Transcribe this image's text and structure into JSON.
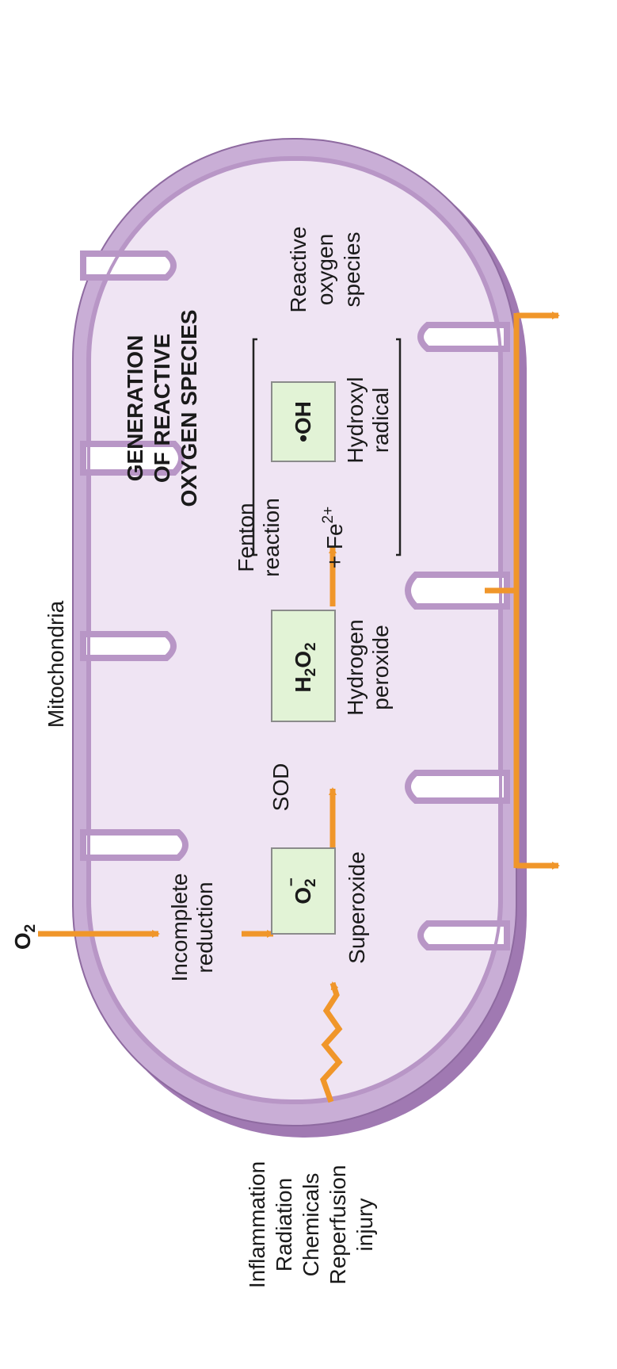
{
  "diagram": {
    "organelle_label": "Mitochondria",
    "title_lines": [
      "GENERATION",
      "OF REACTIVE",
      "OXYGEN SPECIES"
    ],
    "input": {
      "main": "O",
      "sub": "2"
    },
    "incomplete_reduction": [
      "Incomplete",
      "reduction"
    ],
    "stress_sources": [
      "Inflammation",
      "Radiation",
      "Chemicals",
      "Reperfusion",
      "injury"
    ],
    "superoxide": {
      "formula_main": "O",
      "formula_sub": "2",
      "formula_charge": "−",
      "name": "Superoxide"
    },
    "sod_label": "SOD",
    "hydrogen_peroxide": {
      "h": "H",
      "h_sub": "2",
      "o": "O",
      "o_sub": "2",
      "name": [
        "Hydrogen",
        "peroxide"
      ]
    },
    "fenton": {
      "label": [
        "Fenton",
        "reaction"
      ],
      "cofactor": "+ Fe",
      "cofactor_sup": "2+"
    },
    "hydroxyl": {
      "dot": "•",
      "formula": "OH",
      "name": [
        "Hydroxyl",
        "radical"
      ]
    },
    "ros_bracket_label": [
      "Reactive",
      "oxygen",
      "species"
    ],
    "colors": {
      "membrane_outer": "#b896c6",
      "membrane_shadow": "#a079b2",
      "matrix": "#efe4f3",
      "box_fill": "#e2f3d6",
      "arrow": "#f0962a",
      "text": "#1a1a1a"
    }
  }
}
